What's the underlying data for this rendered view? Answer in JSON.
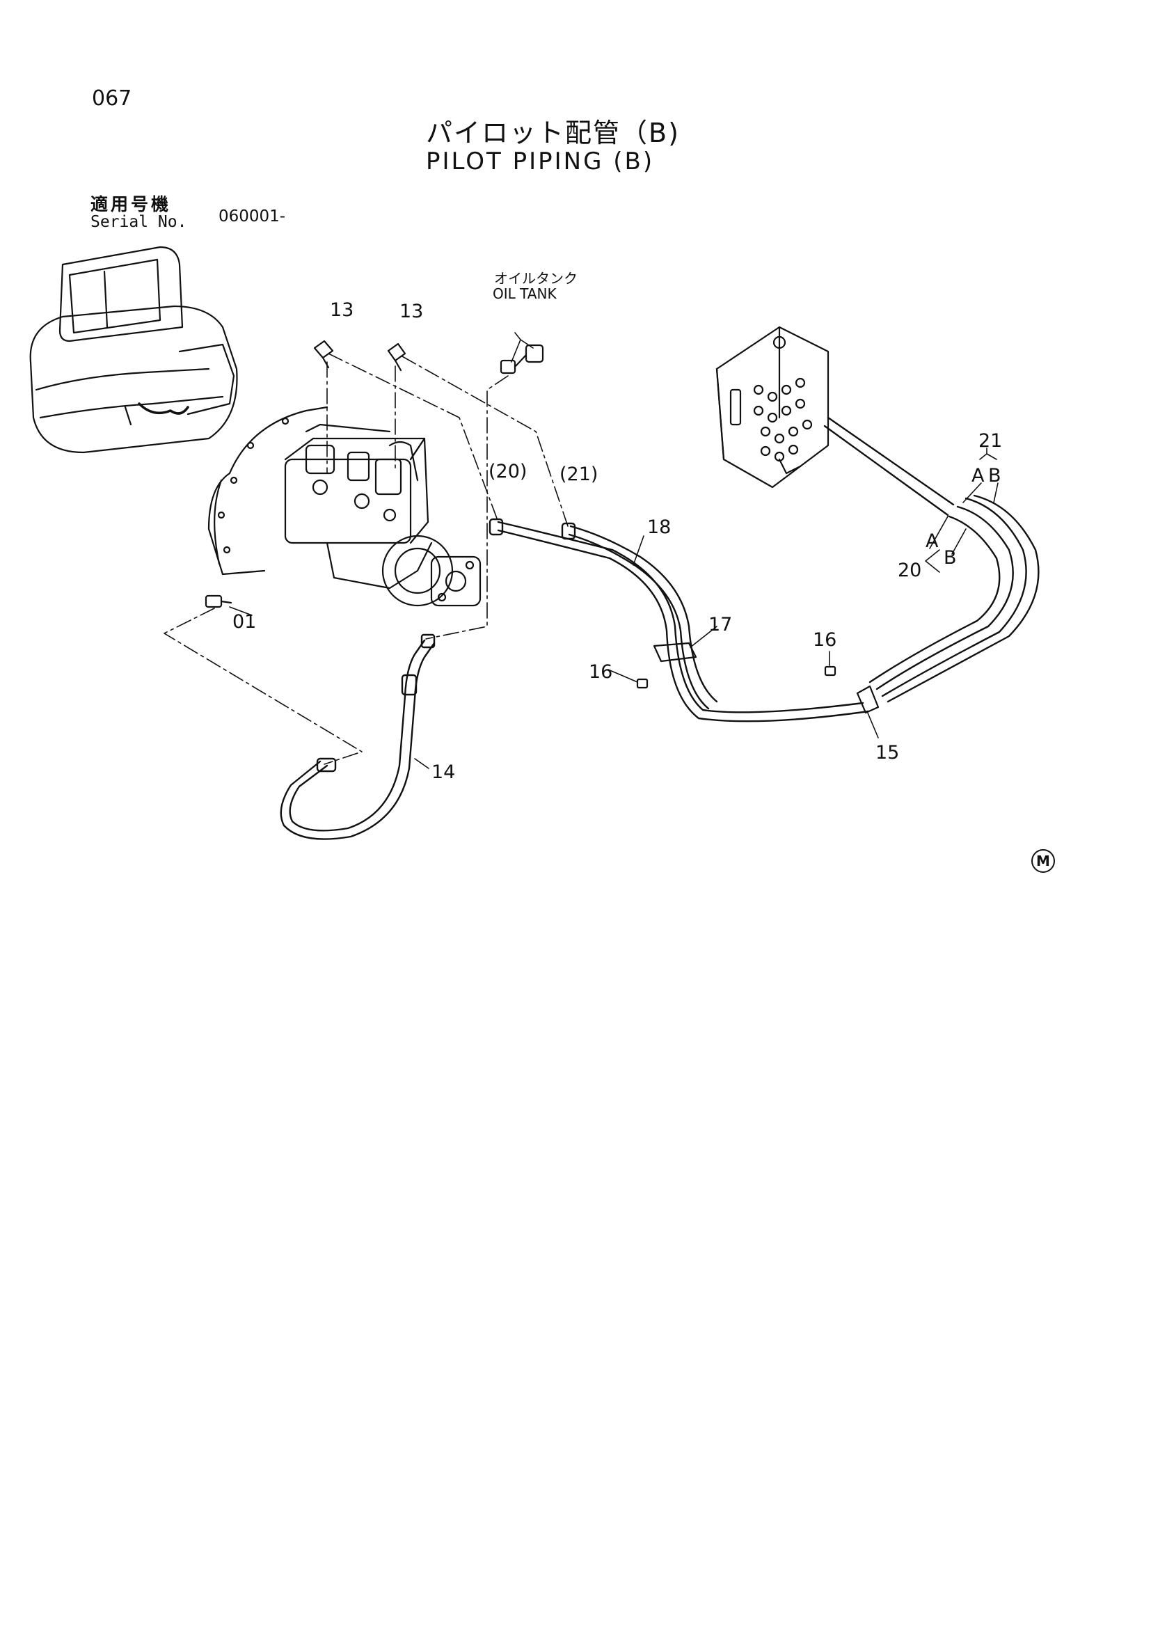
{
  "page": {
    "number": "067"
  },
  "title": {
    "jp": "パイロット配管（B)",
    "en": "PILOT PIPING (B)"
  },
  "serial": {
    "label_jp": "適用号機",
    "label_en": "Serial No.",
    "value": "060001-"
  },
  "oil_tank": {
    "jp": "オイルタンク",
    "en": "OIL TANK"
  },
  "callouts": {
    "c13a": "13",
    "c13b": "13",
    "c01": "01",
    "c14": "14",
    "c20p": "(20)",
    "c21p": "(21)",
    "c18": "18",
    "c17": "17",
    "c16a": "16",
    "c16b": "16",
    "c15": "15",
    "c21": "21",
    "c20": "20",
    "a_top": "A",
    "b_top": "B",
    "a_low": "A",
    "b_low": "B"
  },
  "corner_mark": "M"
}
